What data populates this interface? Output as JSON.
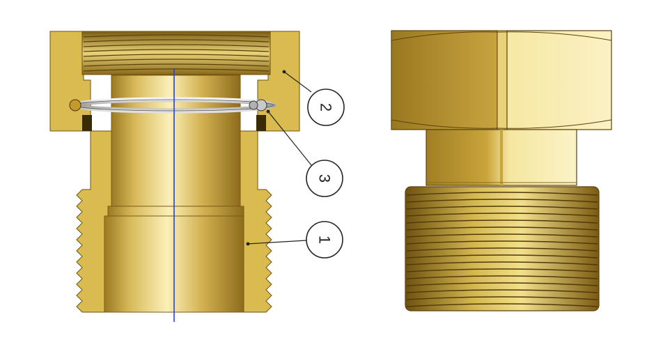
{
  "figure": {
    "colors": {
      "brass_dark": "#8a6a1a",
      "brass_mid": "#c9a43a",
      "brass_light": "#f2df8a",
      "brass_highlight": "#fbf3c2",
      "section_fill": "#d8b94c",
      "ring": "#bfbfbf",
      "axis": "#2a3fd6",
      "callout": "#222222"
    },
    "callouts": [
      {
        "label": "2",
        "part": "nut"
      },
      {
        "label": "3",
        "part": "retaining-ring"
      },
      {
        "label": "1",
        "part": "threaded-body"
      }
    ],
    "views": [
      "cross-section",
      "exterior"
    ]
  }
}
